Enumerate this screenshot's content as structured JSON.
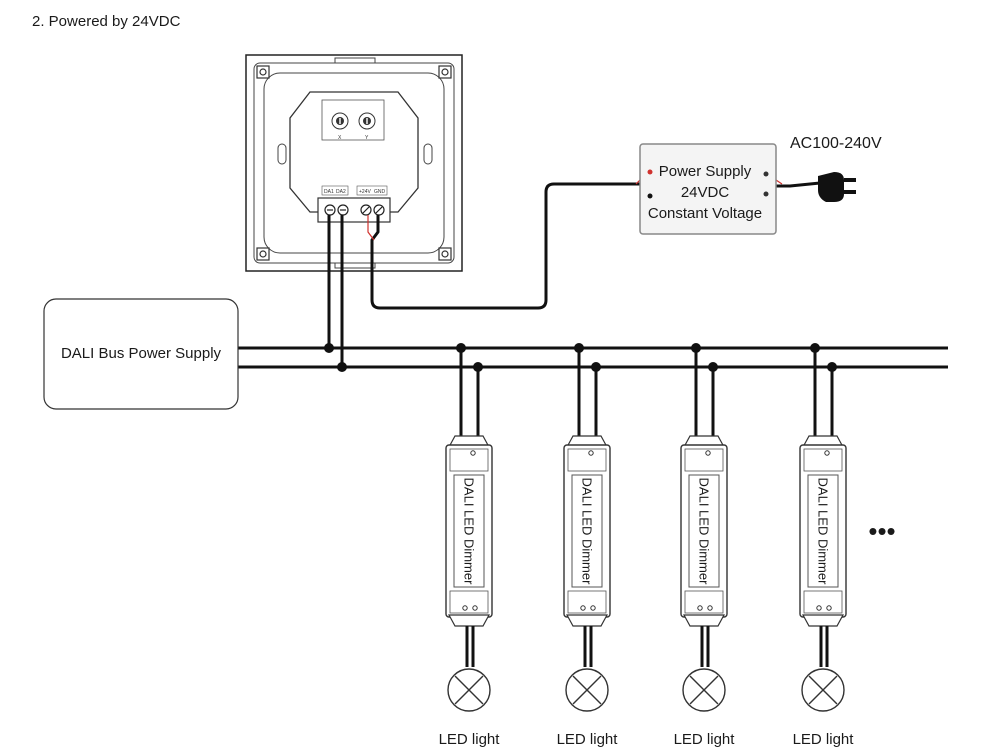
{
  "header": {
    "title": "2. Powered by 24VDC"
  },
  "panel": {
    "knob_labels": [
      "X",
      "Y"
    ],
    "terminal_labels": [
      "DA1",
      "DA2",
      "+24V",
      "GND"
    ]
  },
  "power_supply": {
    "line1": "Power Supply",
    "line2": "24VDC",
    "line3": "Constant Voltage",
    "input_label": "AC100-240V"
  },
  "dali_bus": {
    "label": "DALI Bus Power Supply"
  },
  "dimmers": [
    {
      "label": "DALI LED Dimmer",
      "load_label": "LED light"
    },
    {
      "label": "DALI LED Dimmer",
      "load_label": "LED light"
    },
    {
      "label": "DALI LED Dimmer",
      "load_label": "LED light"
    },
    {
      "label": "DALI LED Dimmer",
      "load_label": "LED light"
    }
  ],
  "continuation": "•••",
  "colors": {
    "line": "#111111",
    "outline": "#2b2b2b",
    "red_wire": "#d0322e",
    "box_fill": "#f2f2f2"
  }
}
